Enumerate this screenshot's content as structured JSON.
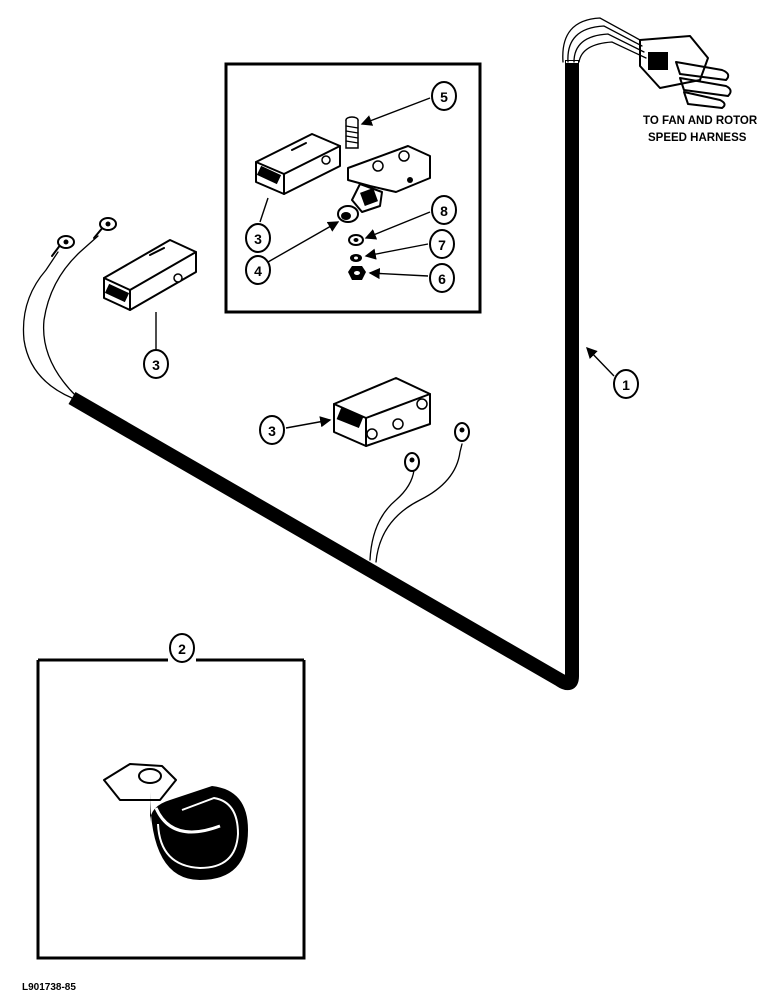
{
  "callouts": {
    "c1": "1",
    "c2": "2",
    "c3a": "3",
    "c3b": "3",
    "c3c": "3",
    "c4": "4",
    "c5": "5",
    "c6": "6",
    "c7": "7",
    "c8": "8"
  },
  "connector_label": {
    "line1": "TO FAN AND ROTOR",
    "line2": "SPEED HARNESS"
  },
  "figure_id": "L901738-85",
  "colors": {
    "ink": "#000000",
    "paper": "#ffffff"
  },
  "icons": [
    "wire-harness-icon",
    "harness-connector-icon",
    "micro-switch-icon",
    "roller-actuator-icon",
    "screw-icon",
    "nut-icon",
    "washer-icon",
    "ring-terminal-icon",
    "cable-clamp-icon"
  ]
}
